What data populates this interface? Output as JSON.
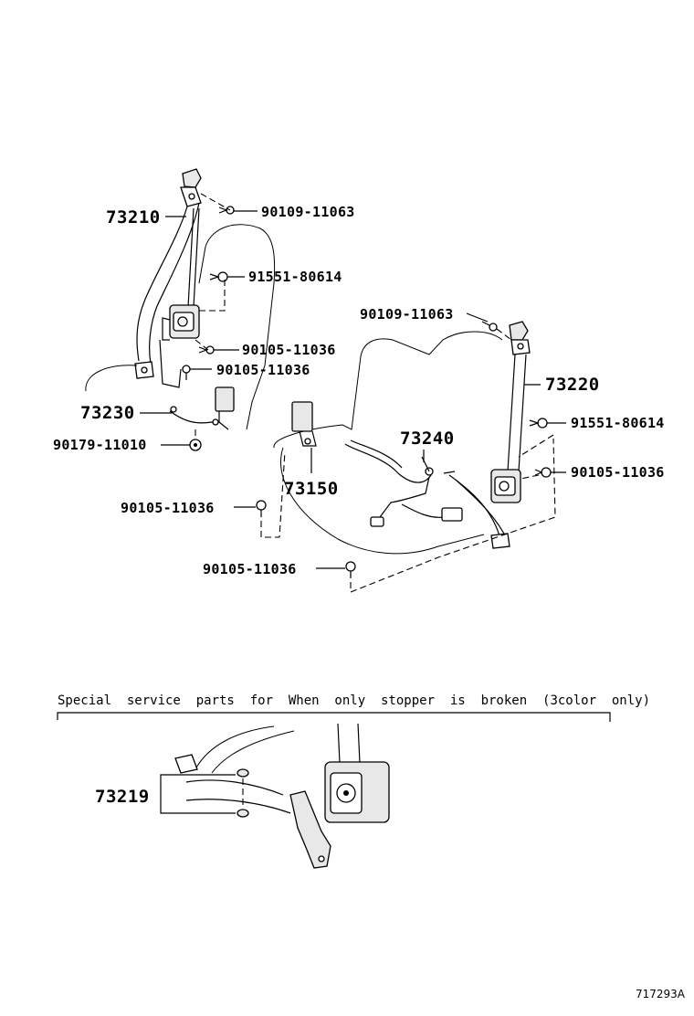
{
  "callouts": [
    {
      "id": "73210",
      "text": "73210"
    },
    {
      "id": "90109-11063-a",
      "text": "90109-11063"
    },
    {
      "id": "91551-80614-a",
      "text": "91551-80614"
    },
    {
      "id": "90105-11036-a",
      "text": "90105-11036"
    },
    {
      "id": "90105-11036-b",
      "text": "90105-11036"
    },
    {
      "id": "73230",
      "text": "73230"
    },
    {
      "id": "90179-11010",
      "text": "90179-11010"
    },
    {
      "id": "90109-11063-b",
      "text": "90109-11063"
    },
    {
      "id": "73220",
      "text": "73220"
    },
    {
      "id": "91551-80614-b",
      "text": "91551-80614"
    },
    {
      "id": "73240",
      "text": "73240"
    },
    {
      "id": "90105-11036-c",
      "text": "90105-11036"
    },
    {
      "id": "73150",
      "text": "73150"
    },
    {
      "id": "90105-11036-d",
      "text": "90105-11036"
    },
    {
      "id": "90105-11036-e",
      "text": "90105-11036"
    },
    {
      "id": "73219",
      "text": "73219"
    }
  ],
  "special_note": "Special  service  parts  for  When  only  stopper  is  broken  (3color  only)",
  "diagram_code": "717293A"
}
